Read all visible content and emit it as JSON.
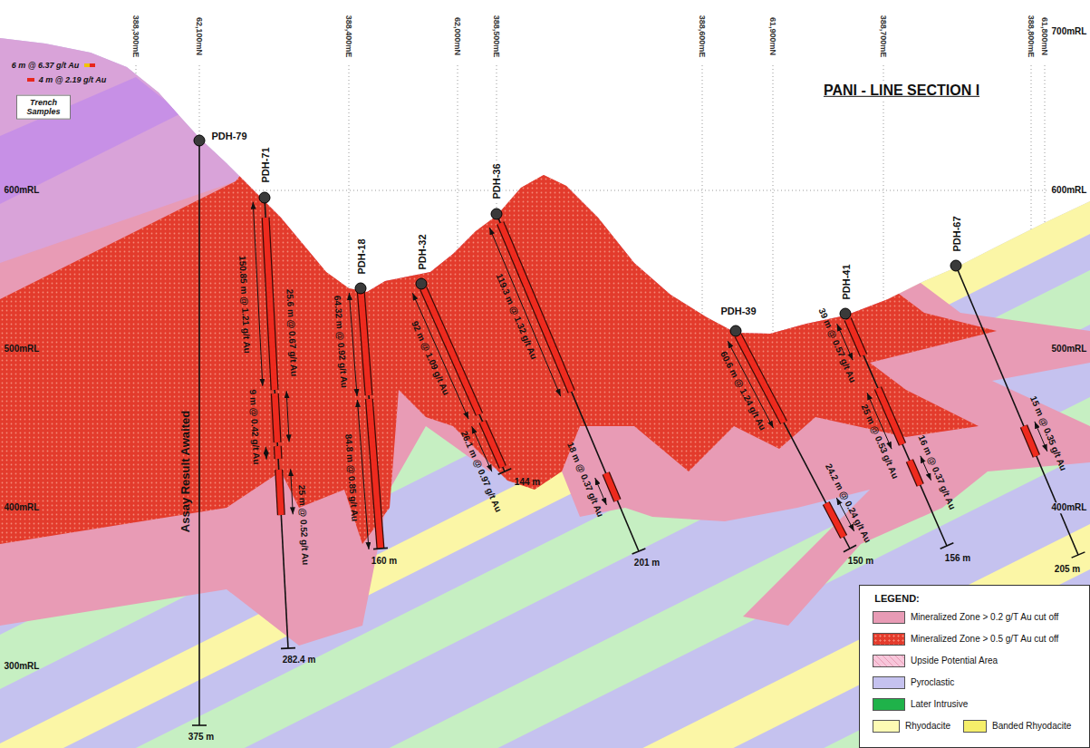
{
  "diagram": {
    "title": "PANI - LINE SECTION I",
    "labels": [
      "388,300mE",
      "62,100mN",
      "388,400mE",
      "62,000mN",
      "388,500mE",
      "388,600mE",
      "61,900mN",
      "388,700mE",
      "388,800mE",
      "61,800mN",
      "600mRL",
      "500mRL",
      "400mRL",
      "300mRL",
      "700mRL",
      "600mRL",
      "500mRL",
      "400mRL",
      "6 m @ 6.37 g/t Au",
      "4 m @ 2.19 g/t Au",
      "Trench Samples",
      "PDH-79",
      "Assay Result Awaited",
      "375 m",
      "PDH-71",
      "150.85 m @ 1.21 g/t Au",
      "25.6 m @ 0.67 g/t Au",
      "9 m @ 0.42 g/t Au",
      "25 m @ 0.52 g/t Au",
      "282.4 m",
      "PDH-18",
      "64.32 m @ 0.92 g/t Au",
      "84.8 m @ 0.85 g/t Au",
      "160 m",
      "PDH-32",
      "92 m @ 1.09 g/t Au",
      "26.1 m @ 0.97 g/t Au",
      "144 m",
      "PDH-36",
      "119.3 m @ 1.32 g/t Au",
      "18 m @ 0.37 g/t Au",
      "201 m",
      "PDH-39",
      "60.6 m @ 1.24 g/t Au",
      "24.2 m @ 0.24 g/t Au",
      "150 m",
      "PDH-41",
      "39 m @ 0.57 g/t Au",
      "25 m @ 0.53 g/t Au",
      "16 m @ 0.37 g/t Au",
      "156 m",
      "PDH-67",
      "15 m @ 0.35 g/t Au",
      "205 m",
      "LEGEND:"
    ],
    "legend": [
      {
        "text": "Mineralized Zone > 0.2 g/T Au cut off",
        "color": "#e89bb5"
      },
      {
        "text": "Mineralized Zone > 0.5 g/T Au cut off",
        "color": "#e33b2c"
      },
      {
        "text": "Upside Potential Area",
        "color": "#f7c6da"
      },
      {
        "text": "Pyroclastic",
        "color": "#c5c2ef"
      },
      {
        "text": "Later Intrusive",
        "color": "#1fb24a"
      },
      {
        "text": "Rhyodacite",
        "color": "#fdfbb4"
      },
      {
        "text": "Banded Rhyodacite",
        "color": "#f5ee6a"
      }
    ]
  }
}
